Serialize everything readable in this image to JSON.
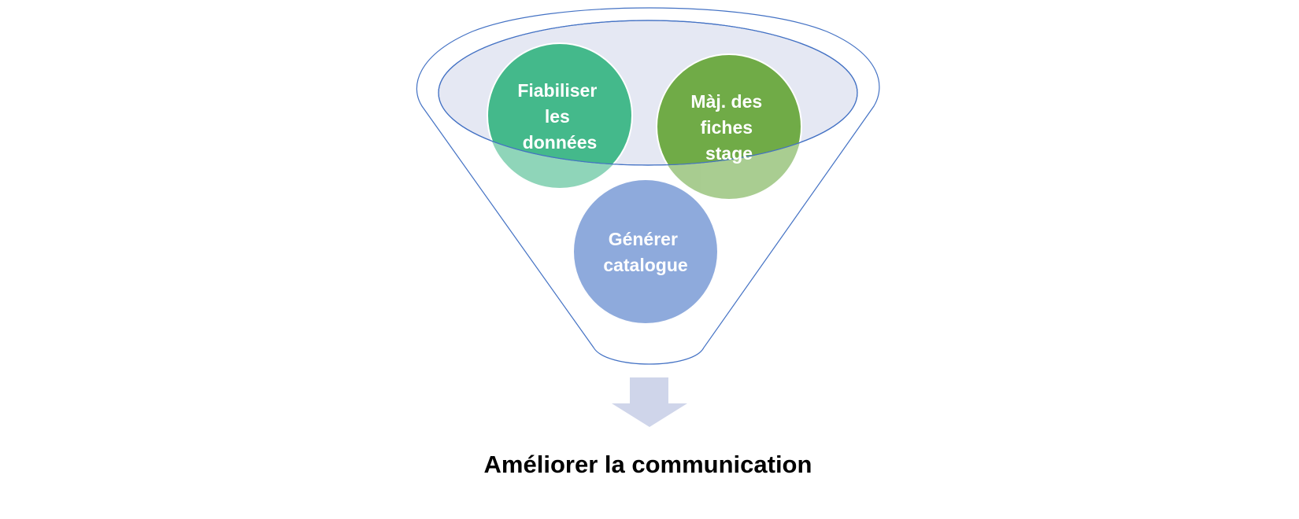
{
  "funnel": {
    "items": [
      {
        "lines": [
          "Fiabiliser",
          "les",
          "données"
        ],
        "color": "#44b98b"
      },
      {
        "lines": [
          "Màj. des",
          "fiches",
          "stage"
        ],
        "color": "#70ab47"
      },
      {
        "lines": [
          "Générer",
          "catalogue"
        ],
        "color": "#8eaadc"
      }
    ],
    "outline_color": "#4472c4",
    "inner_fill": "#e5e8f3",
    "arrow_color": "#cfd5ea"
  },
  "result": {
    "label": "Améliorer la communication"
  }
}
